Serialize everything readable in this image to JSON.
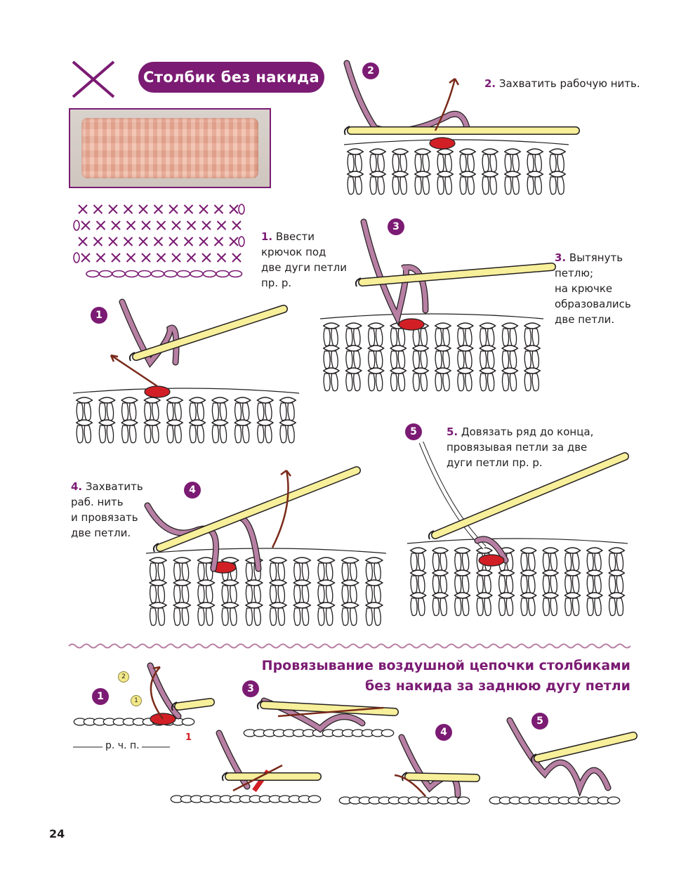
{
  "header": {
    "title": "Столбик без накида"
  },
  "steps": [
    {
      "num": "1",
      "label": "1.",
      "text": " Ввести\nкрючок под\nдве дуги петли\nпр. р."
    },
    {
      "num": "2",
      "label": "2.",
      "text": " Захватить рабочую нить."
    },
    {
      "num": "3",
      "label": "3.",
      "text": " Вытянуть\nпетлю;\nна крючке\nобразовались\nдве петли."
    },
    {
      "num": "4",
      "label": "4.",
      "text": " Захватить\nраб. нить\nи провязать\nдве петли."
    },
    {
      "num": "5",
      "label": "5.",
      "text": " Довязать ряд до конца,\nпровязывая петли за две\nдуги петли пр. р."
    }
  ],
  "section2": {
    "title_line1": "Провязывание воздушной цепочки столбиками",
    "title_line2": "без накида за заднюю дугу петли",
    "steps": [
      "1",
      "3",
      "4",
      "5"
    ],
    "mini_numbers": [
      "2",
      "1"
    ],
    "chain_label": "р. ч. п.",
    "red_label": "1"
  },
  "diagram": {
    "rows": [
      {
        "stitches": 11,
        "chain_end": "right"
      },
      {
        "stitches": 11,
        "chain_end": "left"
      },
      {
        "stitches": 11,
        "chain_end": "right"
      },
      {
        "stitches": 11,
        "chain_end": "left"
      }
    ],
    "base_chain": 12
  },
  "footer": {
    "page": "24"
  },
  "colors": {
    "accent": "#7b1b73",
    "yarn_pink": "#b77fa3",
    "hook_yellow": "#f7ef9a",
    "stitch_red": "#d21f26",
    "arrow_brown": "#7a2a1a"
  }
}
